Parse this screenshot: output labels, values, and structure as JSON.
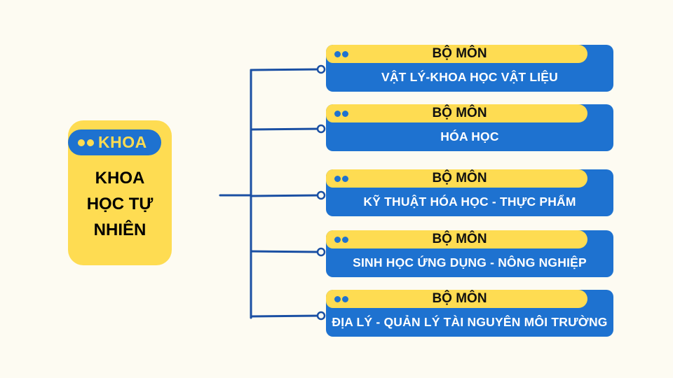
{
  "faculty": {
    "tag": "KHOA",
    "name": "KHOA HỌC TỰ NHIÊN"
  },
  "departments": [
    {
      "tag": "BỘ MÔN",
      "name": "VẬT LÝ-KHOA HỌC VẬT LIỆU"
    },
    {
      "tag": "BỘ MÔN",
      "name": "HÓA HỌC"
    },
    {
      "tag": "BỘ MÔN",
      "name": "KỸ THUẬT HÓA HỌC - THỰC PHẨM"
    },
    {
      "tag": "BỘ MÔN",
      "name": "SINH HỌC ỨNG DỤNG - NÔNG NGHIỆP"
    },
    {
      "tag": "BỘ MÔN",
      "name": "ĐỊA LÝ - QUẢN LÝ TÀI NGUYÊN MÔI TRƯỜNG"
    }
  ],
  "colors": {
    "background": "#fdfbf2",
    "yellow": "#fedc52",
    "blue": "#1e72d0",
    "connector": "#1a4fa3"
  }
}
